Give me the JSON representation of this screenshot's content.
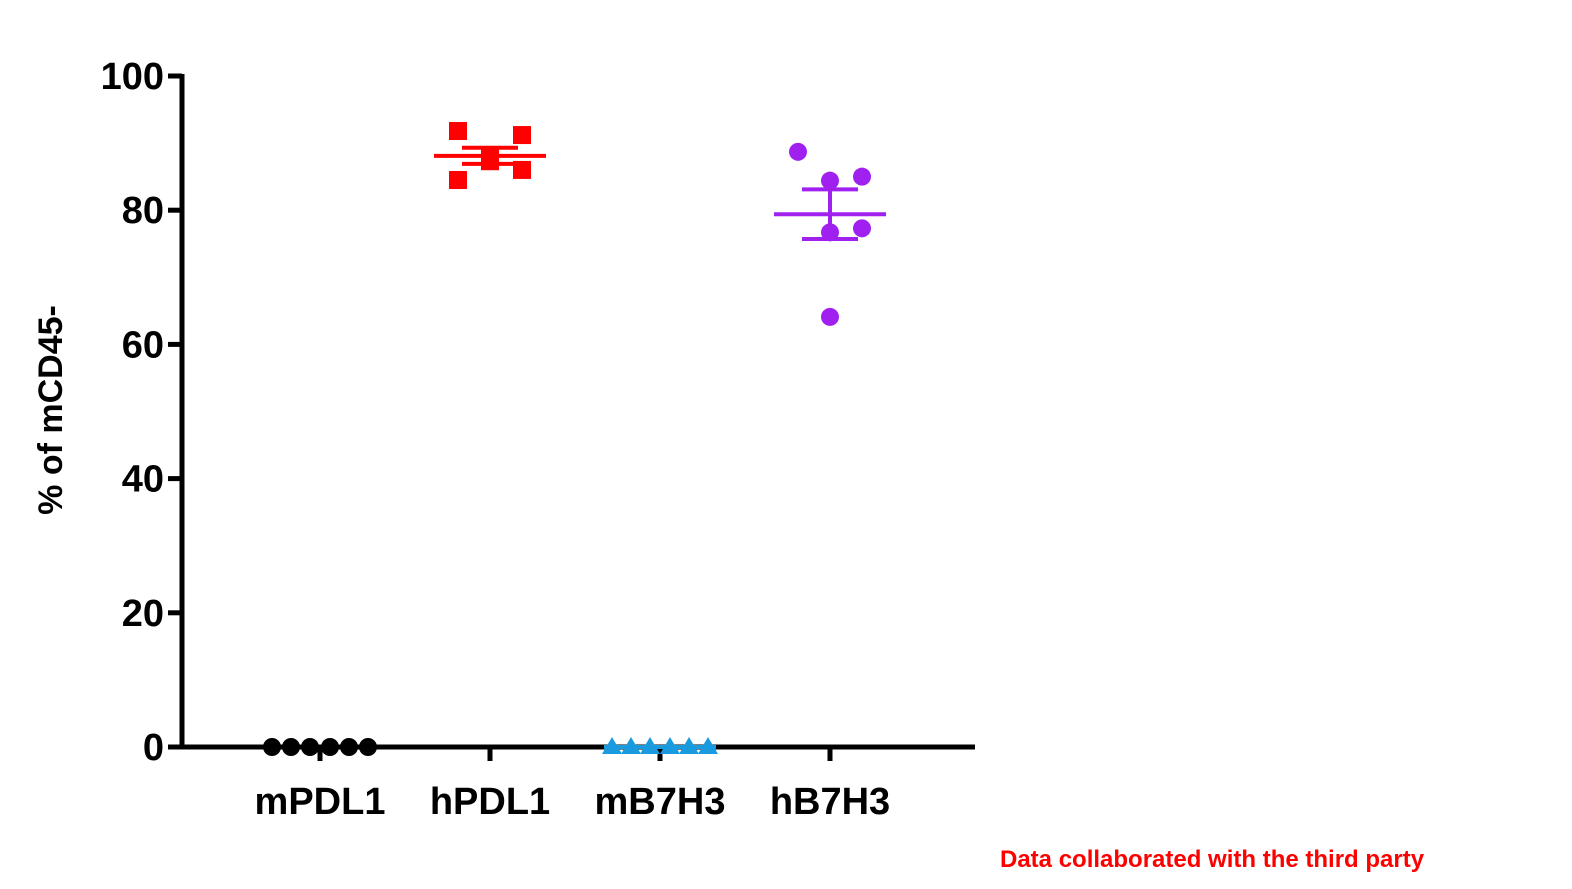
{
  "chart_data": {
    "type": "scatter",
    "ylabel": "% of mCD45-",
    "ylim": [
      0,
      100
    ],
    "yticks": [
      0,
      20,
      40,
      60,
      80,
      100
    ],
    "categories": [
      "mPDL1",
      "hPDL1",
      "mB7H3",
      "hB7H3"
    ],
    "series": [
      {
        "category": "mPDL1",
        "marker": "circle",
        "color": "#000000",
        "values": [
          0,
          0,
          0,
          0,
          0,
          0
        ],
        "mean": 0,
        "sem": 0
      },
      {
        "category": "hPDL1",
        "marker": "square",
        "color": "#ff0000",
        "values": [
          91.8,
          84.5,
          88.0,
          87.3,
          91.2,
          86.0
        ],
        "mean": 88.1,
        "sem": 1.2
      },
      {
        "category": "mB7H3",
        "marker": "triangle",
        "color": "#1a9be0",
        "values": [
          0,
          0,
          0,
          0,
          0,
          0
        ],
        "mean": 0,
        "sem": 0
      },
      {
        "category": "hB7H3",
        "marker": "circle",
        "color": "#a020f0",
        "values": [
          88.7,
          84.4,
          76.7,
          64.1,
          85.0,
          77.3
        ],
        "mean": 79.4,
        "sem": 3.7
      }
    ],
    "grid": false,
    "legend": "none"
  },
  "footnote": {
    "text": "Data collaborated with the third party",
    "color": "#ff0000"
  }
}
